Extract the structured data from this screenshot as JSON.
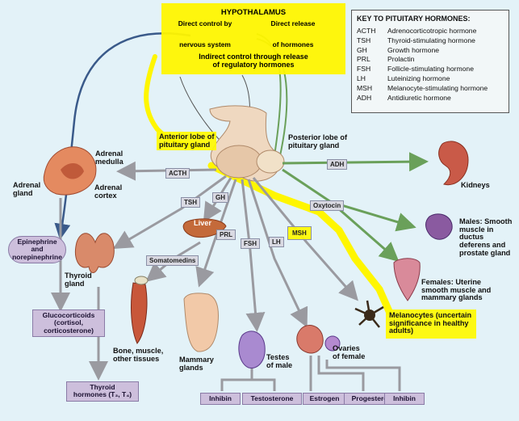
{
  "hypothalamus": {
    "title": "HYPOTHALAMUS",
    "left_label_1": "Direct control by",
    "left_label_2": "nervous system",
    "right_label_1": "Direct release",
    "right_label_2": "of hormones",
    "indirect": "Indirect control through release\nof regulatory hormones"
  },
  "key": {
    "title": "KEY TO PITUITARY HORMONES:",
    "rows": [
      {
        "abbr": "ACTH",
        "name": "Adrenocorticotropic hormone"
      },
      {
        "abbr": "TSH",
        "name": "Thyroid-stimulating hormone"
      },
      {
        "abbr": "GH",
        "name": "Growth hormone"
      },
      {
        "abbr": "PRL",
        "name": "Prolactin"
      },
      {
        "abbr": "FSH",
        "name": "Follicle-stimulating hormone"
      },
      {
        "abbr": "LH",
        "name": "Luteinizing hormone"
      },
      {
        "abbr": "MSH",
        "name": "Melanocyte-stimulating hormone"
      },
      {
        "abbr": "ADH",
        "name": "Antidiuretic hormone"
      }
    ]
  },
  "labels": {
    "anterior": "Anterior lobe of\npituitary gland",
    "posterior": "Posterior lobe of\npituitary gland",
    "adrenal_medulla": "Adrenal\nmedulla",
    "adrenal_gland": "Adrenal\ngland",
    "adrenal_cortex": "Adrenal\ncortex",
    "kidneys": "Kidneys",
    "liver": "Liver",
    "males": "Males: Smooth\nmuscle in ductus\ndeferens and\nprostate gland",
    "females": "Females: Uterine\nsmooth muscle and\nmammary glands",
    "melanocytes": "Melanocytes (uncertain\nsignificance in healthy\nadults)",
    "thyroid_gland": "Thyroid\ngland",
    "bone": "Bone, muscle,\nother tissues",
    "mammary": "Mammary\nglands",
    "testes": "Testes\nof male",
    "ovaries": "Ovaries\nof female"
  },
  "tags": {
    "acth": "ACTH",
    "tsh": "TSH",
    "gh": "GH",
    "prl": "PRL",
    "fsh": "FSH",
    "lh": "LH",
    "msh": "MSH",
    "adh": "ADH",
    "oxytocin": "Oxytocin",
    "somatomedins": "Somatomedins"
  },
  "boxes": {
    "epinephrine": "Epinephrine\nand\nnorepinephrine",
    "glucocorticoids": "Glucocorticoids\n(cortisol,\ncorticosterone)",
    "thyroid_hormones": "Thyroid\nhormones (T₃, T₄)",
    "inhibin_male": "Inhibin",
    "testosterone": "Testosterone",
    "estrogen": "Estrogen",
    "progesterone": "Progesterone",
    "inhibin_female": "Inhibin"
  },
  "colors": {
    "background": "#e3f2f8",
    "arrow": "#9a9aa0",
    "green_arrow": "#6aa05a",
    "neural_line": "#3a5a8a",
    "highlight": "#fff600"
  }
}
